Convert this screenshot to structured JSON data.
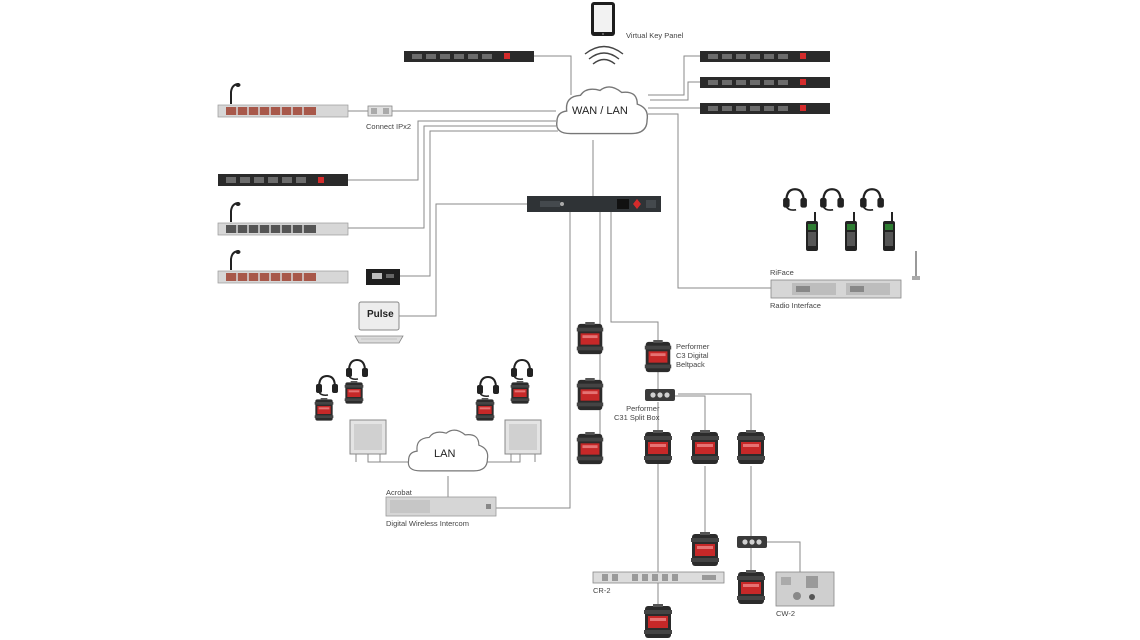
{
  "labels": {
    "virtual_key_panel": "Virtual Key Panel",
    "wan_lan": "WAN / LAN",
    "connect_ipx2": "Connect IPx2",
    "riface": "RiFace",
    "radio_interface": "Radio Interface",
    "pulse": "Pulse",
    "performer_c3": "Performer\nC3 Digital\nBeltpack",
    "performer_c31": "Performer\nC31 Split Box",
    "lan": "LAN",
    "acrobat": "Acrobat",
    "digital_wireless_intercom": "Digital Wireless Intercom",
    "cr2": "CR-2",
    "cw2": "CW-2"
  },
  "colors": {
    "line": "#8a8a8a",
    "device_dark": "#2a2a2a",
    "device_light": "#d9d9d9",
    "accent_red": "#d42b2b",
    "beltpack_red": "#c62828"
  }
}
